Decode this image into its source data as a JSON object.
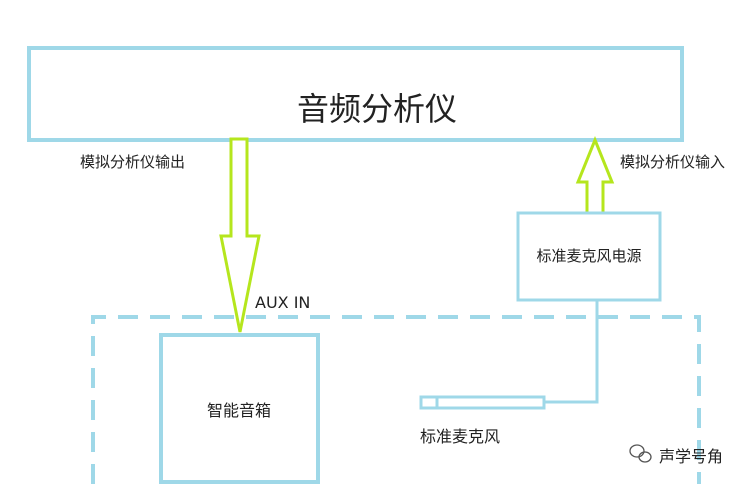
{
  "diagram": {
    "analyzer": {
      "label": "音频分析仪"
    },
    "output_label": "模拟分析仪输出",
    "input_label": "模拟分析仪输入",
    "mic_power": {
      "label": "标准麦克风电源"
    },
    "aux_in_label": "AUX IN",
    "smart_speaker": {
      "label": "智能音箱"
    },
    "microphone": {
      "label": "标准麦克风"
    },
    "watermark": "声学号角",
    "colors": {
      "box": "#9fd8e8",
      "arrow": "#b5e61d",
      "text": "#222222"
    }
  }
}
